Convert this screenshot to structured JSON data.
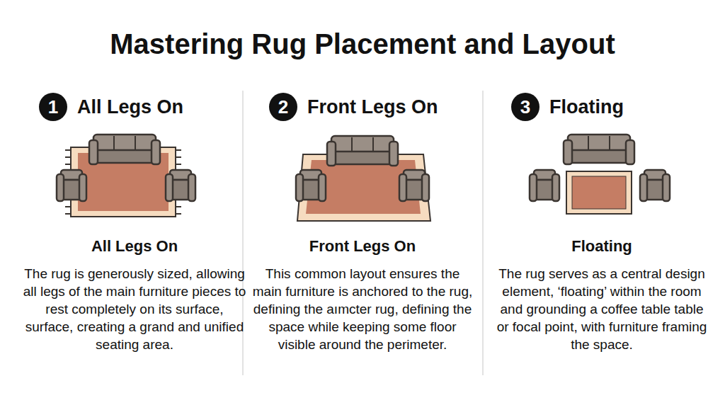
{
  "diagram": {
    "title": "Mastering Rug Placement and Layout",
    "nodes": [
      {
        "text": [
          "1",
          "All Legs On"
        ]
      },
      {
        "text": [
          "2",
          "Front Legs On"
        ]
      },
      {
        "text": [
          "3",
          "Floating"
        ]
      }
    ],
    "labels": [
      "All Legs On",
      "The rug is generously sized, allowing all legs of the main furniture pieces to rest completely on its surface, surface, creating a grand and unified seating area.",
      "Front Legs On",
      "This common layout ensures the main furniture is anchored to the rug, defining the aımcter rug, defining the space while keeping some floor visible around the perimeter.",
      "Floating",
      "The rug serves as a central design element, ‘floating’ within the room and grounding a coffee table table or focal point, with furniture framing the space."
    ]
  }
}
